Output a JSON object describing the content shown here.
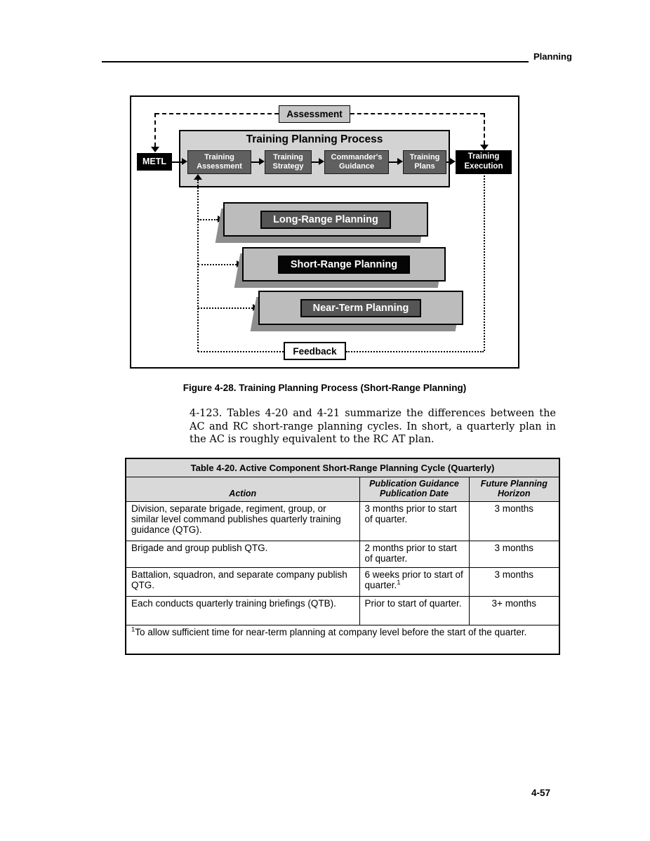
{
  "page": {
    "running_header": "Planning",
    "page_number": "4-57"
  },
  "figure": {
    "caption": "Figure 4-28. Training Planning Process (Short-Range Planning)",
    "assessment_label": "Assessment",
    "process": {
      "title": "Training Planning Process",
      "metl_label": "METL",
      "steps": [
        "Training Assessment",
        "Training Strategy",
        "Commander's Guidance",
        "Training Plans"
      ],
      "execution_label": "Training Execution"
    },
    "planning_bars": [
      "Long-Range Planning",
      "Short-Range Planning",
      "Near-Term Planning"
    ],
    "feedback_label": "Feedback"
  },
  "paragraph_4_123": "4-123. Tables 4-20 and 4-21 summarize the differences between the AC and RC short-range planning cycles. In short, a quarterly plan in the AC is roughly equivalent to the RC AT plan.",
  "table_4_20": {
    "title": "Table 4-20.  Active Component Short-Range Planning Cycle (Quarterly)",
    "headers": {
      "action": [
        "Action"
      ],
      "publication": [
        "Publication Guidance",
        "Publication Date"
      ],
      "horizon": [
        "Future Planning",
        "Horizon"
      ]
    },
    "rows": [
      {
        "action": "Division, separate brigade, regiment, group, or similar level command publishes quarterly training guidance (QTG).",
        "publication": "3 months prior to start of quarter.",
        "publication_sup": "",
        "horizon": "3 months"
      },
      {
        "action": "Brigade and group publish QTG.",
        "publication": "2 months prior to start of quarter.",
        "publication_sup": "",
        "horizon": "3 months"
      },
      {
        "action": "Battalion, squadron, and separate company publish QTG.",
        "publication": "6 weeks prior to start of quarter.",
        "publication_sup": "1",
        "horizon": "3 months"
      },
      {
        "action": "Each conducts quarterly training briefings (QTB).",
        "publication": "Prior to start of quarter.",
        "publication_sup": "",
        "horizon": "3+ months"
      }
    ],
    "footnote_sup": "1",
    "footnote": "To allow sufficient time for near-term planning at company level before the start of the quarter."
  }
}
